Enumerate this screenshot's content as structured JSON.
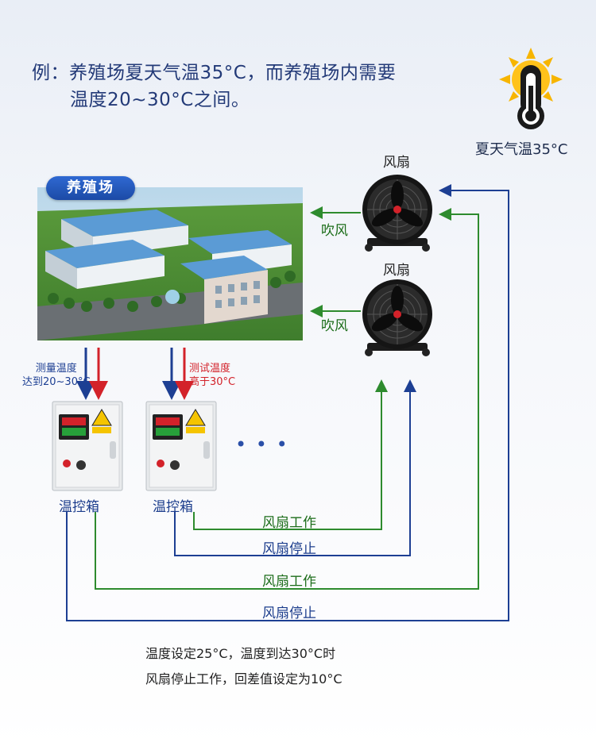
{
  "intro": {
    "line1": "例：养殖场夏天气温35°C，而养殖场内需要",
    "line2": "温度20~30°C之间。"
  },
  "summer": {
    "label": "夏天气温35°C"
  },
  "farm": {
    "badge": "养殖场"
  },
  "fans": [
    {
      "label": "风扇",
      "blow": "吹风"
    },
    {
      "label": "风扇",
      "blow": "吹风"
    }
  ],
  "sensing": {
    "left_line1": "测量温度",
    "left_line2": "达到20~30°C",
    "right_line1": "测试温度",
    "right_line2": "高于30°C"
  },
  "boxes": [
    {
      "label": "温控箱"
    },
    {
      "label": "温控箱"
    }
  ],
  "more": "• • •",
  "lines": {
    "l1": "风扇工作",
    "l2": "风扇停止",
    "l3": "风扇工作",
    "l4": "风扇停止"
  },
  "note": {
    "line1": "温度设定25°C，温度到达30°C时",
    "line2": "风扇停止工作，回差值设定为10°C"
  },
  "colors": {
    "blue": "#1d3f93",
    "green": "#2e8b2e",
    "red": "#d3222a"
  }
}
